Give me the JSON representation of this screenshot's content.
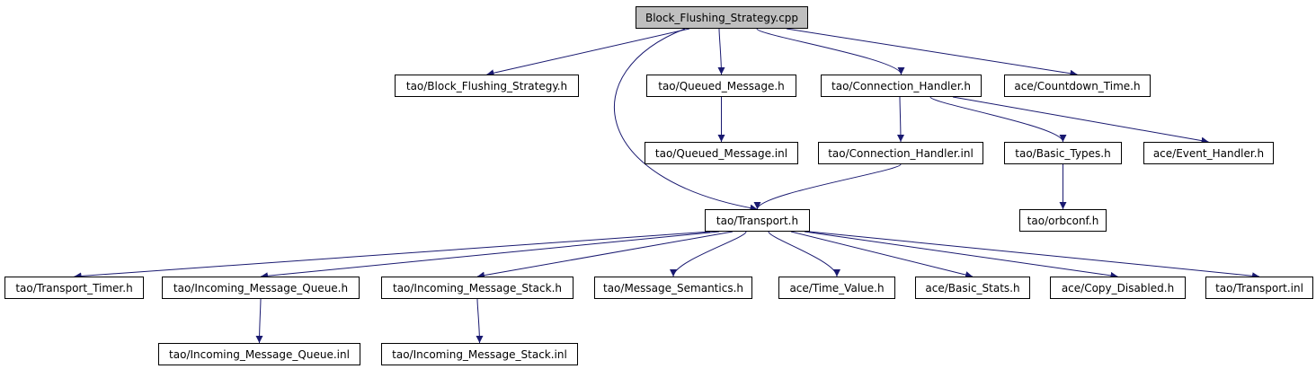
{
  "diagram": {
    "edge_color": "#191970",
    "root_fill": "#bfbfbf",
    "nodes": [
      {
        "id": "root",
        "label": "Block_Flushing_Strategy.cpp",
        "root": true
      },
      {
        "id": "bfs_h",
        "label": "tao/Block_Flushing_Strategy.h"
      },
      {
        "id": "qm_h",
        "label": "tao/Queued_Message.h"
      },
      {
        "id": "ch_h",
        "label": "tao/Connection_Handler.h"
      },
      {
        "id": "ct_h",
        "label": "ace/Countdown_Time.h"
      },
      {
        "id": "qm_inl",
        "label": "tao/Queued_Message.inl"
      },
      {
        "id": "ch_inl",
        "label": "tao/Connection_Handler.inl"
      },
      {
        "id": "bt_h",
        "label": "tao/Basic_Types.h"
      },
      {
        "id": "eh_h",
        "label": "ace/Event_Handler.h"
      },
      {
        "id": "tr_h",
        "label": "tao/Transport.h"
      },
      {
        "id": "oc_h",
        "label": "tao/orbconf.h"
      },
      {
        "id": "tt_h",
        "label": "tao/Transport_Timer.h"
      },
      {
        "id": "imq_h",
        "label": "tao/Incoming_Message_Queue.h"
      },
      {
        "id": "ims_h",
        "label": "tao/Incoming_Message_Stack.h"
      },
      {
        "id": "ms_h",
        "label": "tao/Message_Semantics.h"
      },
      {
        "id": "tv_h",
        "label": "ace/Time_Value.h"
      },
      {
        "id": "bs_h",
        "label": "ace/Basic_Stats.h"
      },
      {
        "id": "cd_h",
        "label": "ace/Copy_Disabled.h"
      },
      {
        "id": "tr_inl",
        "label": "tao/Transport.inl"
      },
      {
        "id": "imq_inl",
        "label": "tao/Incoming_Message_Queue.inl"
      },
      {
        "id": "ims_inl",
        "label": "tao/Incoming_Message_Stack.inl"
      }
    ],
    "edges": [
      {
        "from": "root",
        "to": "bfs_h"
      },
      {
        "from": "root",
        "to": "qm_h"
      },
      {
        "from": "root",
        "to": "ch_h"
      },
      {
        "from": "root",
        "to": "ct_h"
      },
      {
        "from": "root",
        "to": "tr_h"
      },
      {
        "from": "qm_h",
        "to": "qm_inl"
      },
      {
        "from": "ch_h",
        "to": "ch_inl"
      },
      {
        "from": "ch_h",
        "to": "bt_h"
      },
      {
        "from": "ch_h",
        "to": "eh_h"
      },
      {
        "from": "ch_inl",
        "to": "tr_h"
      },
      {
        "from": "bt_h",
        "to": "oc_h"
      },
      {
        "from": "tr_h",
        "to": "tt_h"
      },
      {
        "from": "tr_h",
        "to": "imq_h"
      },
      {
        "from": "tr_h",
        "to": "ims_h"
      },
      {
        "from": "tr_h",
        "to": "ms_h"
      },
      {
        "from": "tr_h",
        "to": "tv_h"
      },
      {
        "from": "tr_h",
        "to": "bs_h"
      },
      {
        "from": "tr_h",
        "to": "cd_h"
      },
      {
        "from": "tr_h",
        "to": "tr_inl"
      },
      {
        "from": "imq_h",
        "to": "imq_inl"
      },
      {
        "from": "ims_h",
        "to": "ims_inl"
      }
    ]
  }
}
